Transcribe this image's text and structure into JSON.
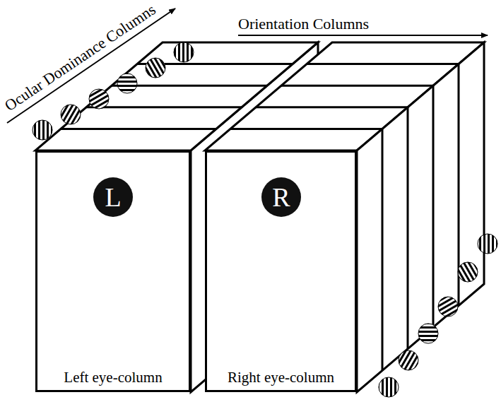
{
  "diagram": {
    "nodes": [
      {
        "text": [
          "Left eye-column"
        ]
      },
      {
        "text": [
          "L"
        ],
        "in": 0
      },
      {
        "text": [
          "Right eye-column"
        ]
      },
      {
        "text": [
          "R"
        ],
        "in": 2
      }
    ],
    "labels": [
      "Ocular Dominance Columns",
      "Orientation Columns"
    ]
  }
}
